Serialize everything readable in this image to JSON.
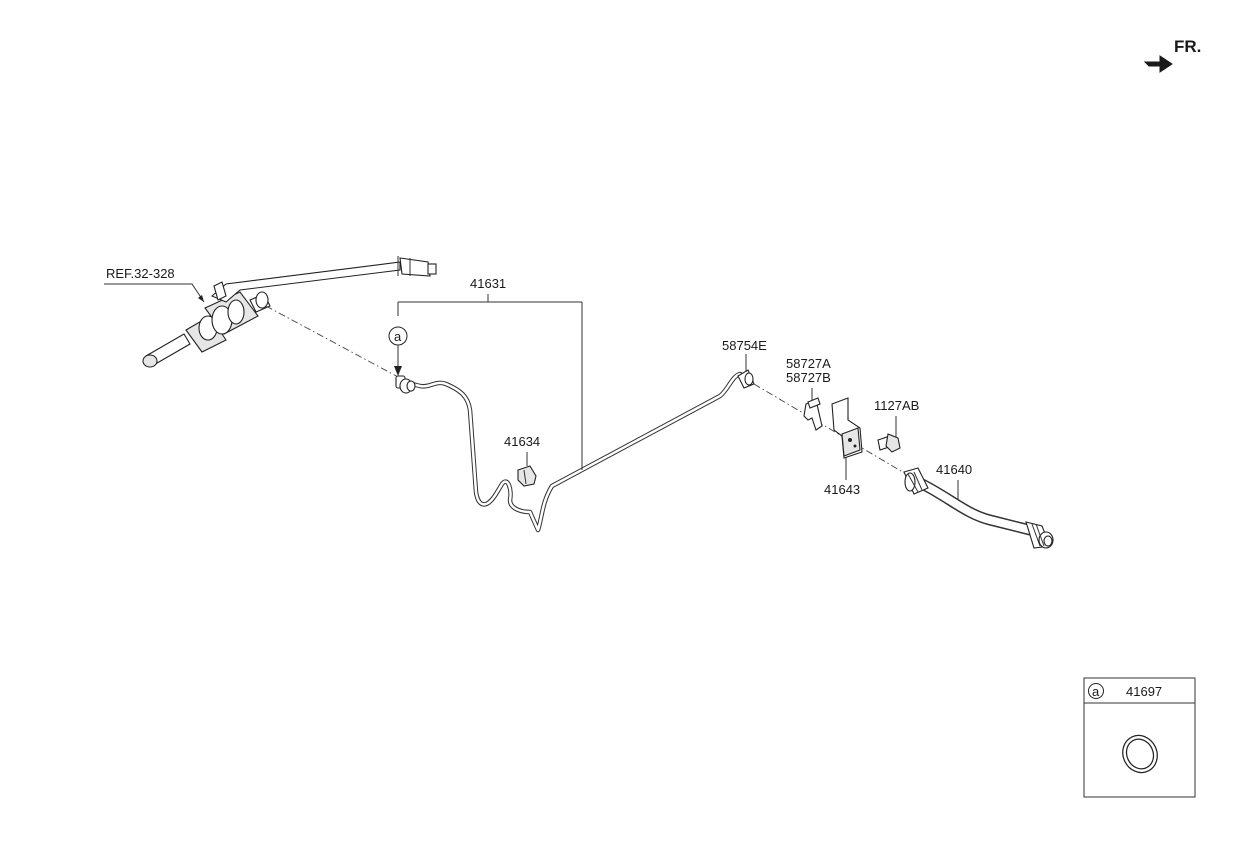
{
  "direction": {
    "label": "FR.",
    "icon": "front-direction-arrow-icon"
  },
  "callouts": {
    "ref": "REF.32-328",
    "p41631": "41631",
    "p41634": "41634",
    "p58754E": "58754E",
    "p58727A": "58727A",
    "p58727B": "58727B",
    "p1127AB": "1127AB",
    "p41643": "41643",
    "p41640": "41640",
    "marker_a": "a"
  },
  "inset": {
    "marker": "a",
    "part_number": "41697",
    "icon": "o-ring-icon"
  }
}
